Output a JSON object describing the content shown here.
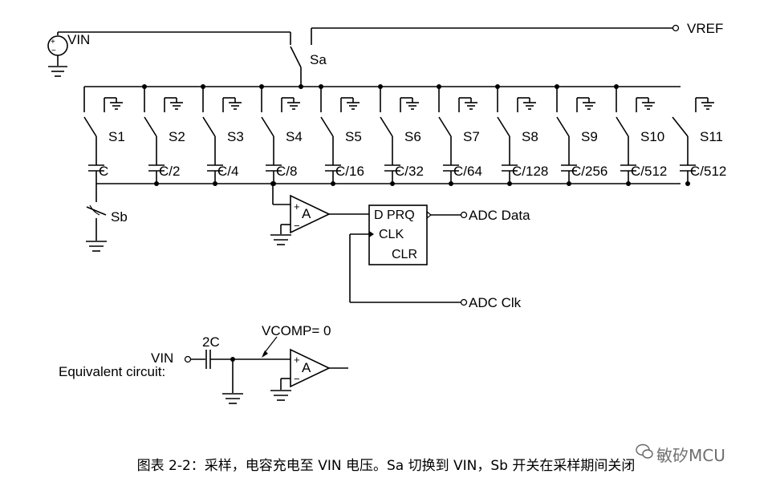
{
  "labels": {
    "vin": "VIN",
    "vref": "VREF",
    "sa": "Sa",
    "sb": "Sb",
    "switches": [
      "S1",
      "S2",
      "S3",
      "S4",
      "S5",
      "S6",
      "S7",
      "S8",
      "S9",
      "S10",
      "S11"
    ],
    "caps": [
      "C",
      "C/2",
      "C/4",
      "C/8",
      "C/16",
      "C/32",
      "C/64",
      "C/128",
      "C/256",
      "C/512",
      "C/512"
    ],
    "amp": "A",
    "plus": "+",
    "minus": "−",
    "ff_dprq": "D PRQ",
    "ff_clk": "CLK",
    "ff_clr": "CLR",
    "adc_data": "ADC Data",
    "adc_clk": "ADC Clk",
    "eq_vin": "VIN",
    "eq_label": "Equivalent circuit:",
    "eq_cap": "2C",
    "vcomp": "VCOMP= 0",
    "eq_amp": "A"
  },
  "caption": "图表 2-2：采样，电容充电至 VIN 电压。Sa 切换到 VIN，Sb 开关在采样期间关闭",
  "watermark": "敏矽MCU"
}
